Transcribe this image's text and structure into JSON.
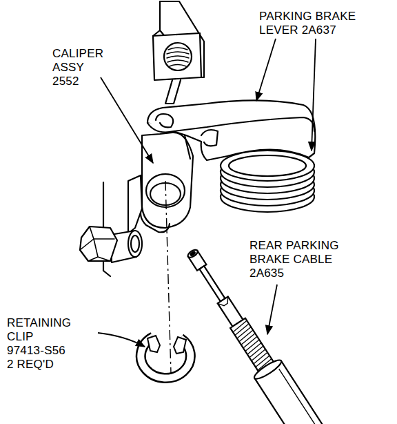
{
  "diagram": {
    "labels": [
      "PARKING BRAKE LEVER 2A637",
      "CALIPER ASSY 2552",
      "REAR PARKING BRAKE CABLE 2A635",
      "RETAINING CLIP 97413-S56 2 REQ'D"
    ]
  }
}
